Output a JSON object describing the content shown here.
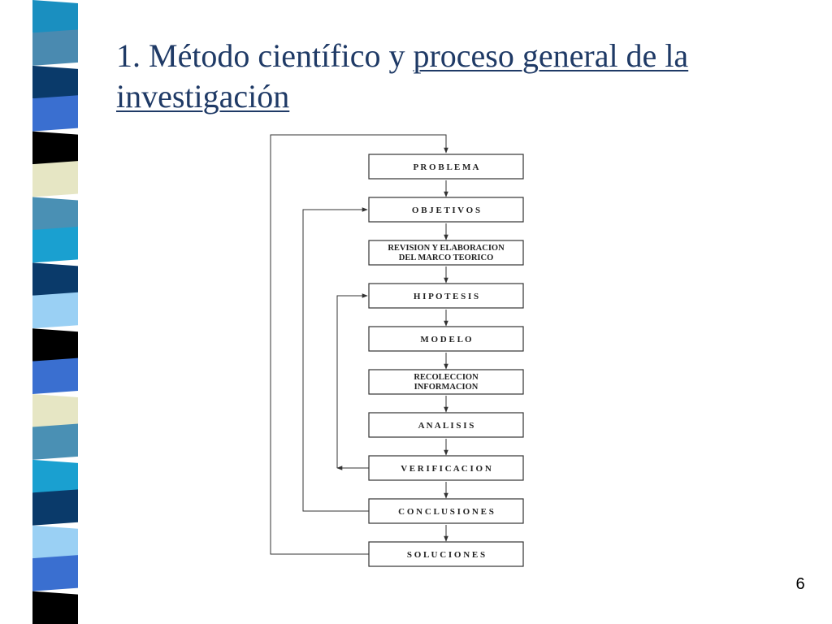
{
  "slide": {
    "title_prefix": "1. Método científico y ",
    "title_underlined": "proceso general de la investigación",
    "page_number": "6"
  },
  "diagram": {
    "steps": [
      {
        "id": "problema",
        "lines": [
          "P R O B L E M A"
        ]
      },
      {
        "id": "objetivos",
        "lines": [
          "O B J E T I V O S"
        ]
      },
      {
        "id": "revision",
        "lines": [
          "REVISION  Y  ELABORACION",
          "DEL  MARCO  TEORICO"
        ]
      },
      {
        "id": "hipotesis",
        "lines": [
          "H I P O T E S I S"
        ]
      },
      {
        "id": "modelo",
        "lines": [
          "M O D E L O"
        ]
      },
      {
        "id": "recoleccion",
        "lines": [
          "RECOLECCION",
          "INFORMACION"
        ]
      },
      {
        "id": "analisis",
        "lines": [
          "A N A L I S I S"
        ]
      },
      {
        "id": "verificacion",
        "lines": [
          "V E R I F I C A C I O N"
        ]
      },
      {
        "id": "conclusiones",
        "lines": [
          "C O N C L U S I O N E S"
        ]
      },
      {
        "id": "soluciones",
        "lines": [
          "S O L U C I O N E S"
        ]
      }
    ],
    "feedback_loops": [
      {
        "from": "soluciones",
        "to": "problema"
      },
      {
        "from": "conclusiones",
        "to": "objetivos"
      },
      {
        "from": "hipotesis",
        "to": "verificacion"
      }
    ]
  },
  "colors": {
    "title": "#1f3a66",
    "stripe": [
      "#1a8fc0",
      "#4a8ab0",
      "#0a3a6a",
      "#3a6fd0",
      "#000000",
      "#e6e6c4",
      "#4a90b4",
      "#1aa0d0",
      "#0a3a6a",
      "#9ad0f4",
      "#000000",
      "#3a6fd0",
      "#e6e6c4",
      "#4a90b4",
      "#1aa0d0",
      "#0a3a6a",
      "#9ad0f4",
      "#3a6fd0",
      "#000000"
    ]
  }
}
